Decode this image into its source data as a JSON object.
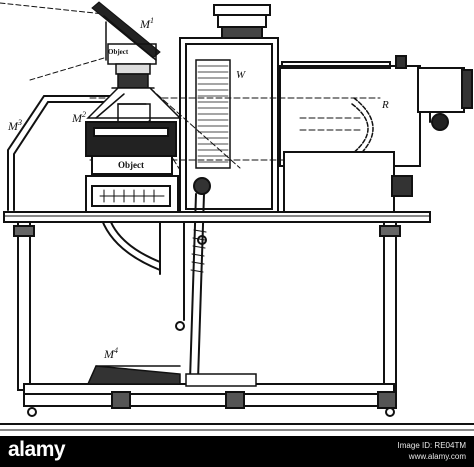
{
  "labels": {
    "m1": "M",
    "m1_sup": "1",
    "m2": "M",
    "m2_sup": "2",
    "m3": "M",
    "m3_sup": "3",
    "m4": "M",
    "m4_sup": "4",
    "w": "W",
    "r": "R",
    "object_upper": "Object",
    "object_lower": "Object"
  },
  "watermark": {
    "logo": "alamy",
    "image_id_label": "Image ID: RE04TM",
    "site": "www.alamy.com"
  }
}
